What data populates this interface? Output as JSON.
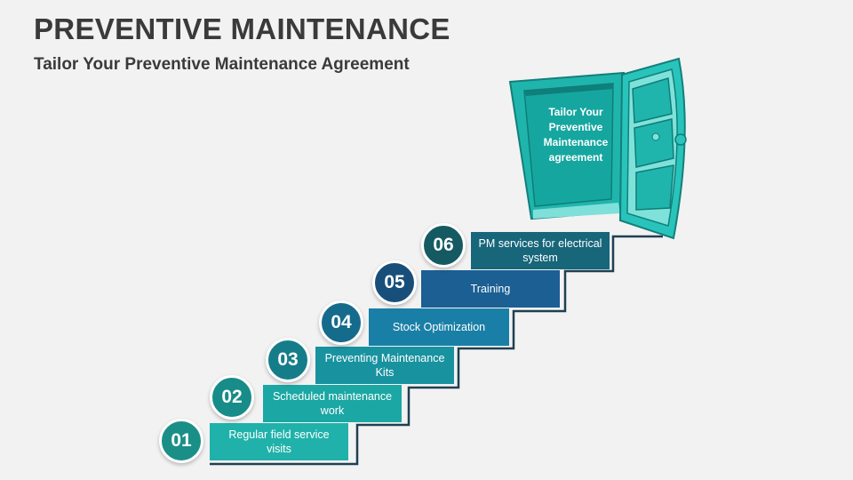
{
  "title": "PREVENTIVE MAINTENANCE",
  "subtitle": "Tailor Your Preventive Maintenance Agreement",
  "door": {
    "text": "Tailor Your Preventive Maintenance agreement"
  },
  "steps": [
    {
      "number": "01",
      "label": "Regular field service visits",
      "color": "#20b2aa",
      "circle": "#1a8f88"
    },
    {
      "number": "02",
      "label": "Scheduled maintenance work",
      "color": "#1ba7a3",
      "circle": "#178c88"
    },
    {
      "number": "03",
      "label": "Preventing Maintenance Kits",
      "color": "#1992a0",
      "circle": "#157d89"
    },
    {
      "number": "04",
      "label": "Stock Optimization",
      "color": "#1a7fa6",
      "circle": "#156b8c"
    },
    {
      "number": "05",
      "label": "Training",
      "color": "#1b5f93",
      "circle": "#184f7a"
    },
    {
      "number": "06",
      "label": "PM services for electrical system",
      "color": "#17667a",
      "circle": "#155a63"
    }
  ]
}
